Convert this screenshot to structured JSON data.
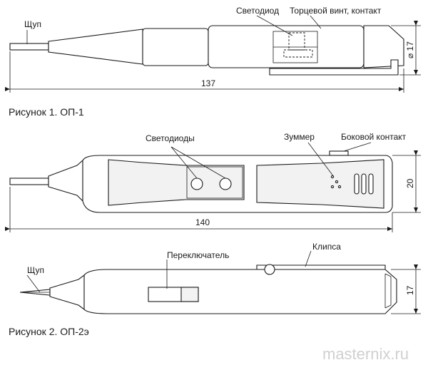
{
  "tester_op1": {
    "label_probe": "Щуп",
    "label_led": "Светодиод",
    "label_end_screw": "Торцевой винт, контакт",
    "dim_length": "137",
    "dim_diameter": "⌀ 17",
    "caption": "Рисунок 1. ОП-1"
  },
  "tester_op2": {
    "label_leds": "Светодиоды",
    "label_buzzer": "Зуммер",
    "label_side_contact": "Боковой контакт",
    "dim_height": "20",
    "dim_length": "140"
  },
  "tester_op2e": {
    "label_probe": "Щуп",
    "label_switch": "Переключатель",
    "label_clip": "Клипса",
    "dim_height": "17",
    "caption": "Рисунок 2. ОП-2э"
  },
  "watermark": "masternix.ru"
}
